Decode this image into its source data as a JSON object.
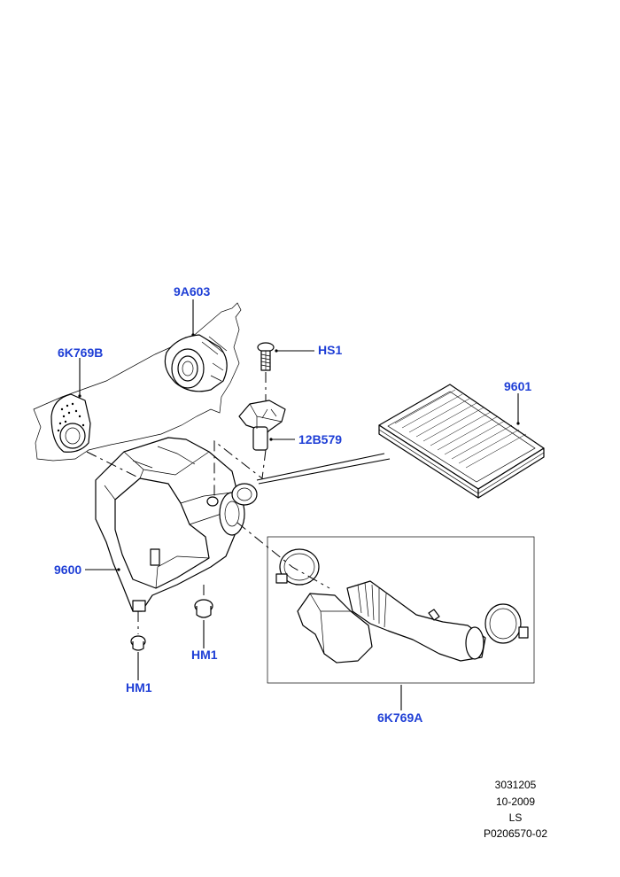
{
  "callouts": {
    "c_9a603": "9A603",
    "c_6k769b": "6K769B",
    "c_hs1": "HS1",
    "c_9601": "9601",
    "c_12b579": "12B579",
    "c_9600": "9600",
    "c_hm1_right": "HM1",
    "c_hm1_left": "HM1",
    "c_6k769a": "6K769A"
  },
  "footer": {
    "line1": "3031205",
    "line2": "10-2009",
    "line3": "LS",
    "line4": "P0206570-02"
  },
  "colors": {
    "callout": "#1f3fd6",
    "linework": "#000000",
    "background": "#ffffff"
  }
}
